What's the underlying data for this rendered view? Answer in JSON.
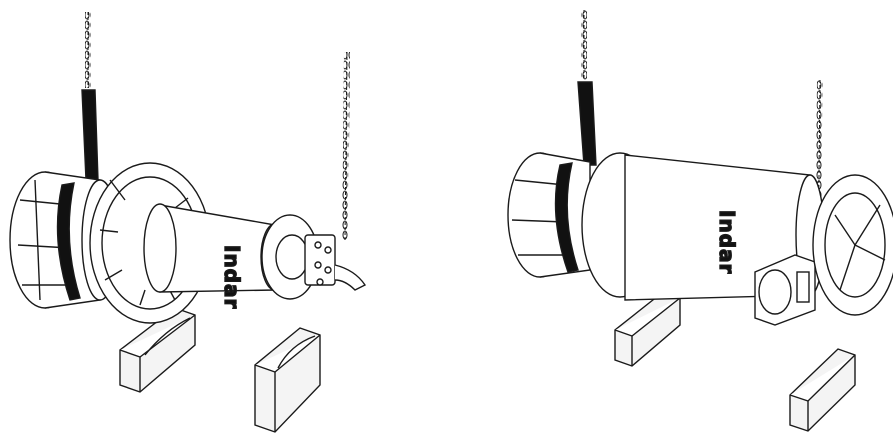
{
  "figures": [
    {
      "id": "left",
      "brand_text": "Indar"
    },
    {
      "id": "right",
      "brand_text": "Indar"
    }
  ],
  "colors": {
    "line": "#1a1a1a",
    "fill": "#ffffff",
    "band": "#111111",
    "shade": "#e9e9e9"
  }
}
